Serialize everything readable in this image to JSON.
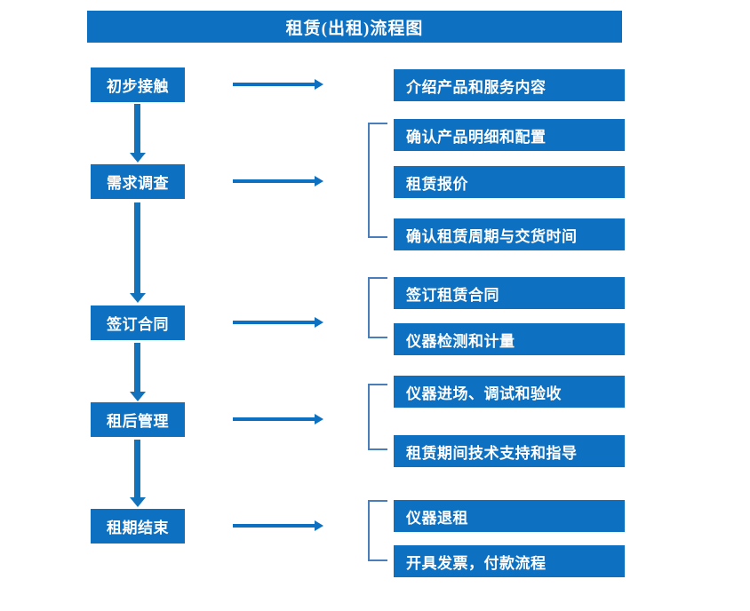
{
  "title": "租赁(出租)流程图",
  "colors": {
    "box_blue": "#0D70C0",
    "arrow_blue": "#1273BC",
    "bracket_blue": "#4A7EBB",
    "text_white": "#FFFFFF",
    "background": "#FFFFFF"
  },
  "stages": [
    {
      "label": "初步接触"
    },
    {
      "label": "需求调查"
    },
    {
      "label": "签订合同"
    },
    {
      "label": "租后管理"
    },
    {
      "label": "租期结束"
    }
  ],
  "details": [
    {
      "label": "介绍产品和服务内容"
    },
    {
      "label": "确认产品明细和配置"
    },
    {
      "label": "租赁报价"
    },
    {
      "label": "确认租赁周期与交货时间"
    },
    {
      "label": "签订租赁合同"
    },
    {
      "label": "仪器检测和计量"
    },
    {
      "label": "仪器进场、调试和验收"
    },
    {
      "label": "租赁期间技术支持和指导"
    },
    {
      "label": "仪器退租"
    },
    {
      "label": "开具发票，付款流程"
    }
  ],
  "groups": [
    {
      "stage": "需求调查",
      "members": [
        "确认产品明细和配置",
        "租赁报价",
        "确认租赁周期与交货时间"
      ]
    },
    {
      "stage": "签订合同",
      "members": [
        "签订租赁合同",
        "仪器检测和计量"
      ]
    },
    {
      "stage": "租后管理",
      "members": [
        "仪器进场、调试和验收",
        "租赁期间技术支持和指导"
      ]
    },
    {
      "stage": "租期结束",
      "members": [
        "仪器退租",
        "开具发票，付款流程"
      ]
    }
  ],
  "flow_order": [
    "初步接触",
    "需求调查",
    "签订合同",
    "租后管理",
    "租期结束"
  ]
}
